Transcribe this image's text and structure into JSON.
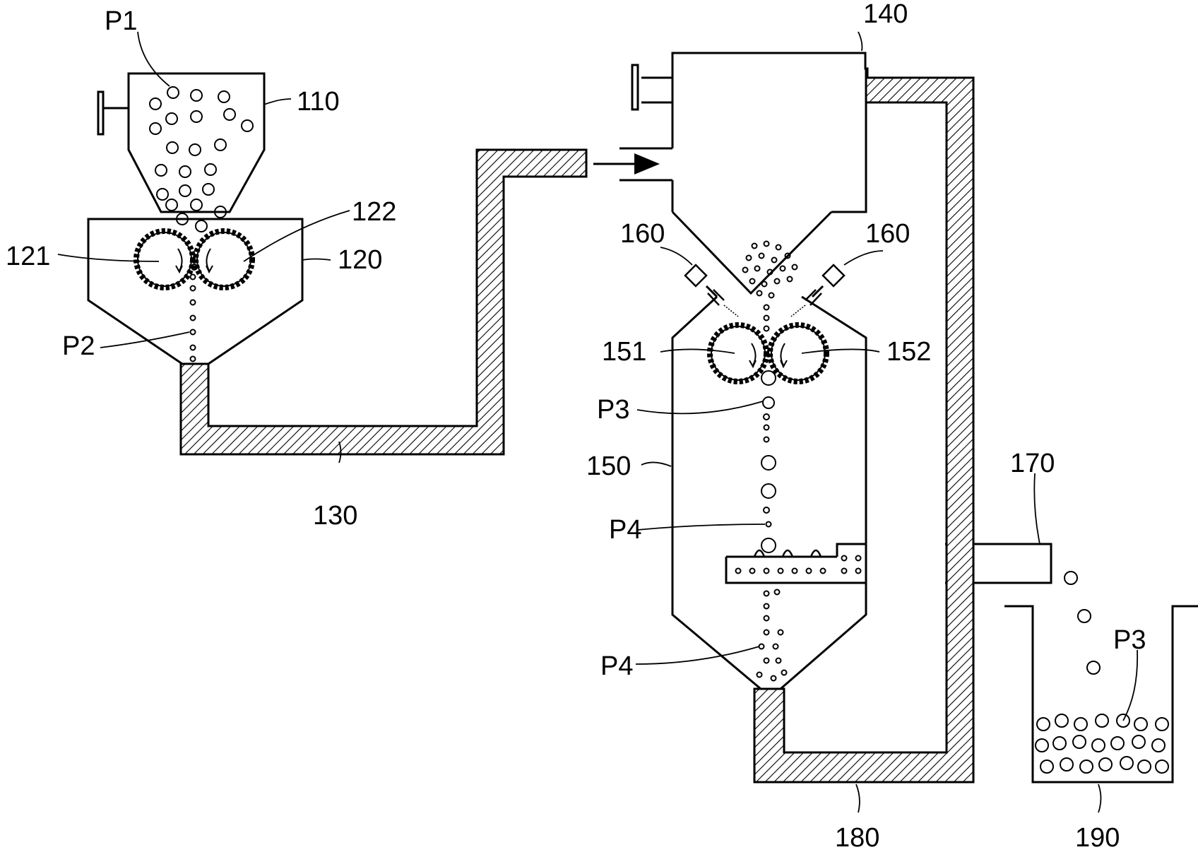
{
  "labels": {
    "p1": "P1",
    "l110": "110",
    "l122": "122",
    "l121": "121",
    "l120": "120",
    "p2": "P2",
    "l130": "130",
    "l140": "140",
    "l160_left": "160",
    "l160_right": "160",
    "l151": "151",
    "l152": "152",
    "p3_upper": "P3",
    "l150": "150",
    "p4_upper": "P4",
    "l170": "170",
    "p4_lower": "P4",
    "p3_right": "P3",
    "l180": "180",
    "l190": "190"
  },
  "colors": {
    "line": "#000000",
    "background": "#ffffff"
  }
}
